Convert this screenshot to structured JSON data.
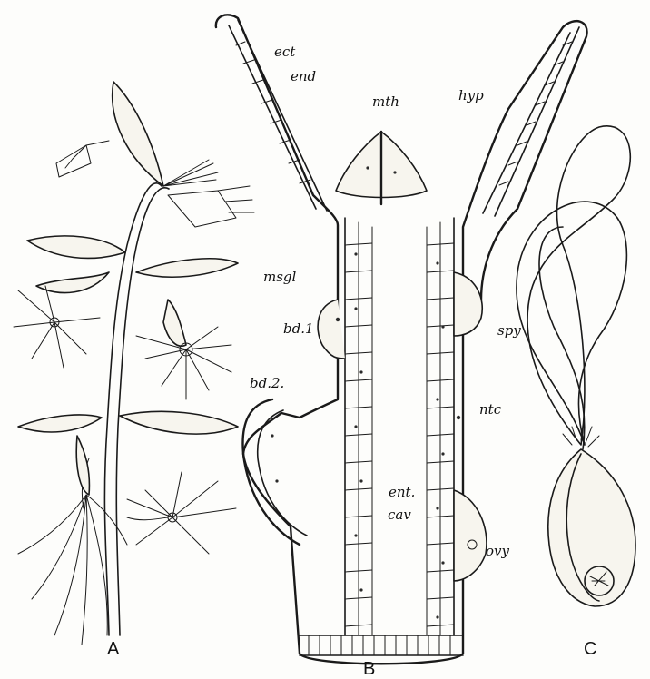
{
  "panels": [
    {
      "key": "A",
      "caption": "A"
    },
    {
      "key": "B",
      "caption": "B"
    },
    {
      "key": "C",
      "caption": "C"
    }
  ],
  "labels": {
    "ect": "ect",
    "end": "end",
    "mth": "mth",
    "hyp": "hyp",
    "msgl": "msgl",
    "bd1": "bd.1",
    "bd2": "bd.2.",
    "spy": "spy",
    "ntc": "ntc",
    "ent": "ent.",
    "cav": "cav",
    "ovy": "ovy"
  }
}
